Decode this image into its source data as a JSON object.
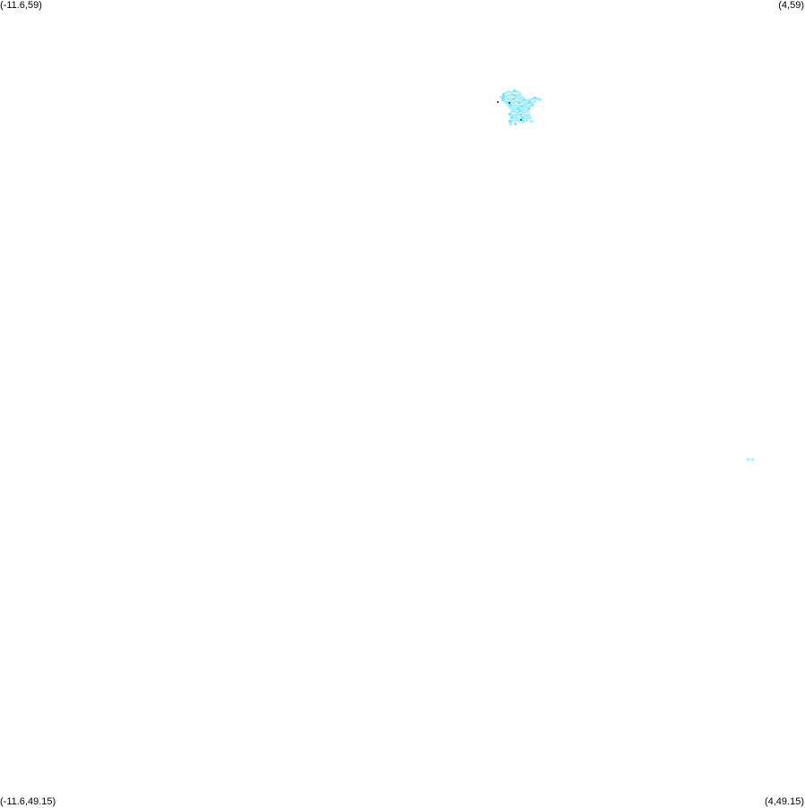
{
  "corners": {
    "top_left": "(-11.6,59)",
    "top_right": "(4,59)",
    "bottom_left": "(-11.6,49.15)",
    "bottom_right": "(4,49.15)"
  },
  "colors": {
    "background": "#ffffff",
    "cell_light": "#a6f0ff",
    "cell_mid": "#7fe6fa",
    "marker_dark": "#0077aa"
  }
}
